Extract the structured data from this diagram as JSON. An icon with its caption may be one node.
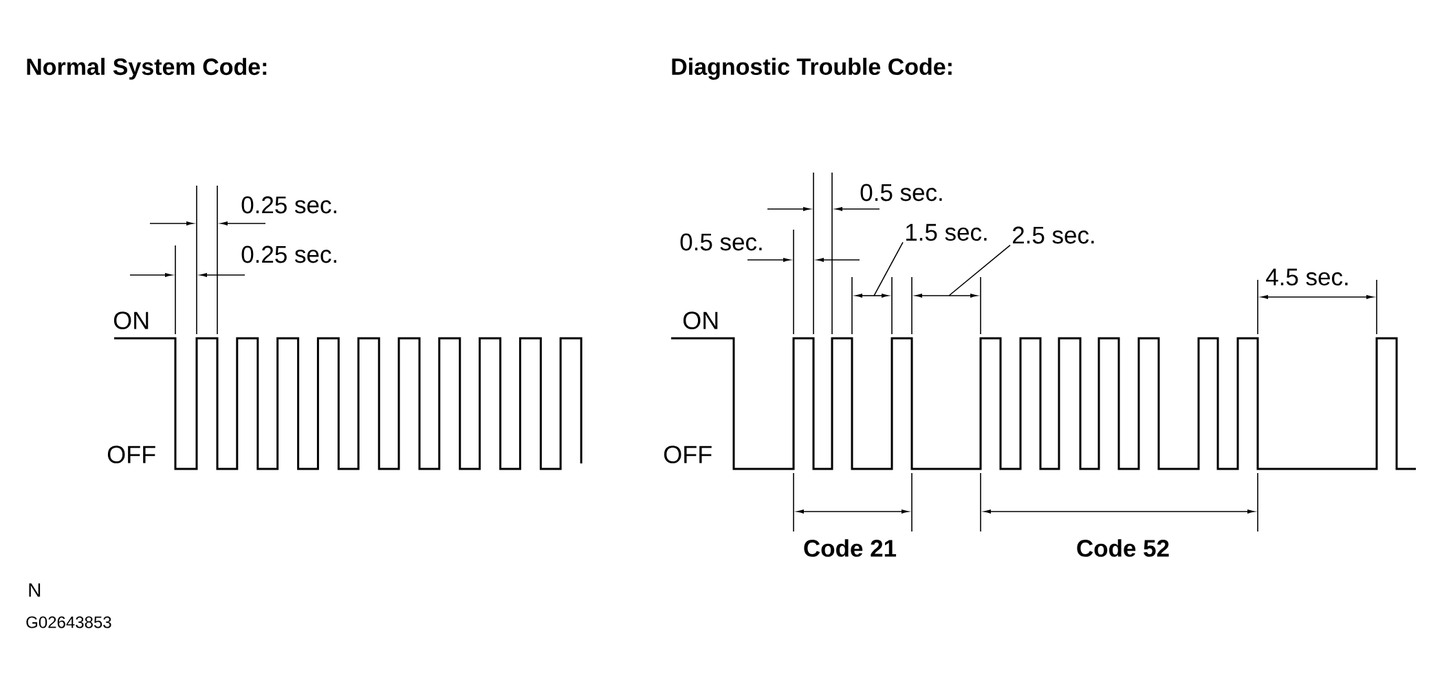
{
  "diagram": {
    "nodes": [
      {
        "text": [
          "1.5 sec."
        ]
      },
      {
        "text": [
          "2.5 sec."
        ]
      }
    ],
    "edges": [
      {
        "from": 0,
        "to": null,
        "arrow": "none"
      },
      {
        "from": 1,
        "to": null,
        "arrow": "none"
      }
    ],
    "labels": [
      "Normal System Code:",
      "Diagnostic Trouble Code:",
      "0.25 sec.",
      "0.5 sec.",
      "0.25 sec.",
      "0.5 sec.",
      "4.5 sec.",
      "ON",
      "ON",
      "OFF",
      "OFF",
      "Code 21",
      "Code 52",
      "N",
      "G02643853"
    ]
  }
}
